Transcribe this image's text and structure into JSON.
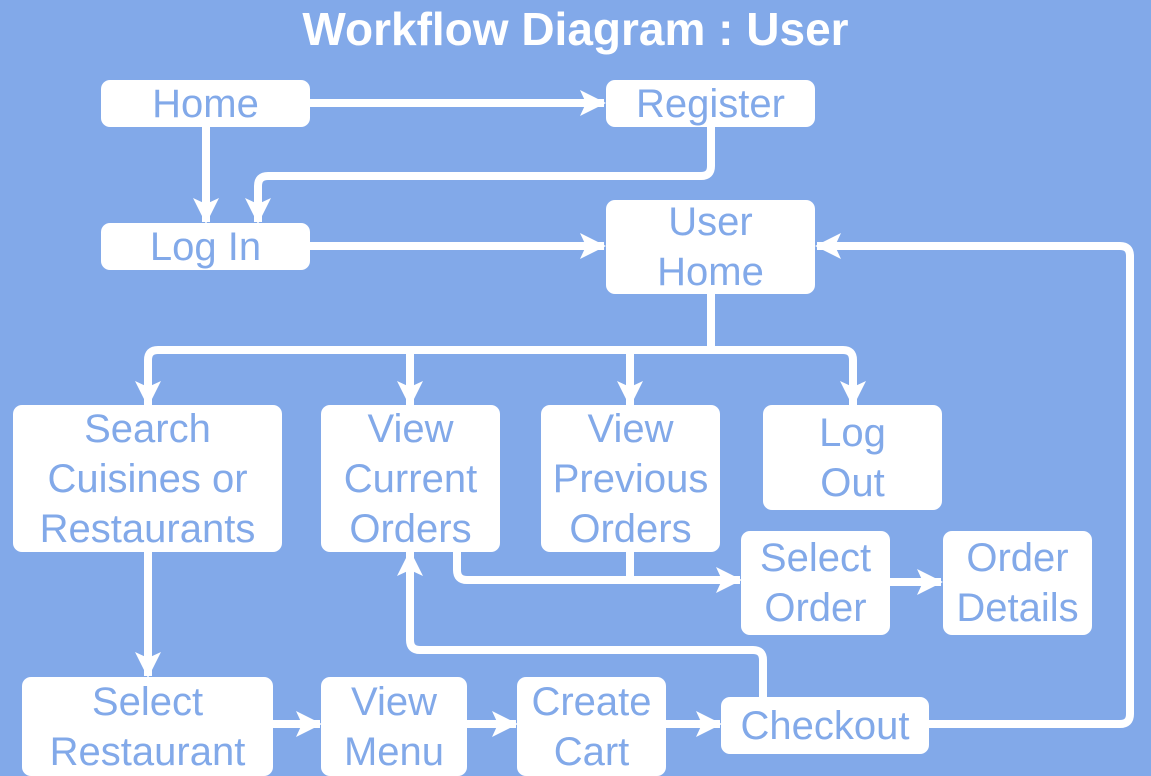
{
  "title": "Workflow Diagram : User",
  "colors": {
    "background": "#82a9e9",
    "box_fill": "#ffffff",
    "box_text": "#82a9e9",
    "line": "#ffffff"
  },
  "nodes": {
    "home": "Home",
    "register": "Register",
    "log_in": "Log In",
    "user_home": "User\nHome",
    "search": "Search\nCuisines or\nRestaurants",
    "view_current_orders": "View\nCurrent\nOrders",
    "view_previous_orders": "View\nPrevious\nOrders",
    "log_out": "Log\nOut",
    "select_order": "Select\nOrder",
    "order_details": "Order\nDetails",
    "select_restaurant": "Select\nRestaurant",
    "view_menu": "View\nMenu",
    "create_cart": "Create\nCart",
    "checkout": "Checkout"
  },
  "edges": [
    {
      "from": "Home",
      "to": "Register"
    },
    {
      "from": "Home",
      "to": "Log In"
    },
    {
      "from": "Register",
      "to": "Log In"
    },
    {
      "from": "Log In",
      "to": "User Home"
    },
    {
      "from": "User Home",
      "to": "Search Cuisines or Restaurants"
    },
    {
      "from": "User Home",
      "to": "View Current Orders"
    },
    {
      "from": "User Home",
      "to": "View Previous Orders"
    },
    {
      "from": "User Home",
      "to": "Log Out"
    },
    {
      "from": "View Current Orders",
      "to": "Select Order"
    },
    {
      "from": "View Previous Orders",
      "to": "Select Order"
    },
    {
      "from": "Select Order",
      "to": "Order Details"
    },
    {
      "from": "Search Cuisines or Restaurants",
      "to": "Select Restaurant"
    },
    {
      "from": "Select Restaurant",
      "to": "View Menu"
    },
    {
      "from": "View Menu",
      "to": "Create Cart"
    },
    {
      "from": "Create Cart",
      "to": "Checkout"
    },
    {
      "from": "Checkout",
      "to": "View Current Orders"
    },
    {
      "from": "Checkout",
      "to": "User Home"
    }
  ]
}
